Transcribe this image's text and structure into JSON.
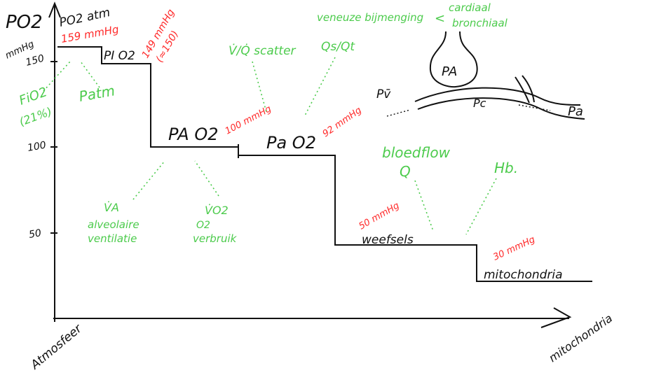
{
  "axes": {
    "y_label_main": "PO2",
    "y_label_unit": "mmHg",
    "y_ticks": [
      "150",
      "100",
      "50"
    ],
    "x_label_start": "Atmosfeer",
    "x_label_end": "mitochondria"
  },
  "levels": {
    "atm": {
      "label": "PO2 atm",
      "value": "159 mmHg"
    },
    "inspired": {
      "label": "PI O2",
      "value": "149 mmHg",
      "approx": "(≈150)"
    },
    "alveolar": {
      "label": "PA O2",
      "value": "100 mmHg"
    },
    "arterial": {
      "label": "Pa O2",
      "value": "92 mmHg"
    },
    "tissue": {
      "label": "weefsels",
      "value": "50 mmHg"
    },
    "mito": {
      "label": "mitochondria",
      "value": "30 mmHg"
    }
  },
  "annotations": {
    "fio2": "FiO2",
    "fio2_pct": "(21%)",
    "patm": "Patm",
    "va": "V̇A",
    "va_desc_1": "alveolaire",
    "va_desc_2": "ventilatie",
    "vo2": "V̇O2",
    "vo2_desc_1": "O2",
    "vo2_desc_2": "verbruik",
    "vq": "V̇/Q̇ scatter",
    "shunt": "Qs/Qt",
    "venous": "veneuze bijmenging",
    "cardiac": "cardiaal",
    "bronchial": "bronchiaal",
    "bloodflow": "bloedflow",
    "q": "Q",
    "hb": "Hb."
  },
  "lung_sketch": {
    "alveolus": "PA",
    "venous": "Pv̄",
    "capillary": "Pc",
    "arterial": "Pa"
  },
  "colors": {
    "ink": "#111111",
    "red": "#ff2a2a",
    "green": "#4ccb4c"
  }
}
